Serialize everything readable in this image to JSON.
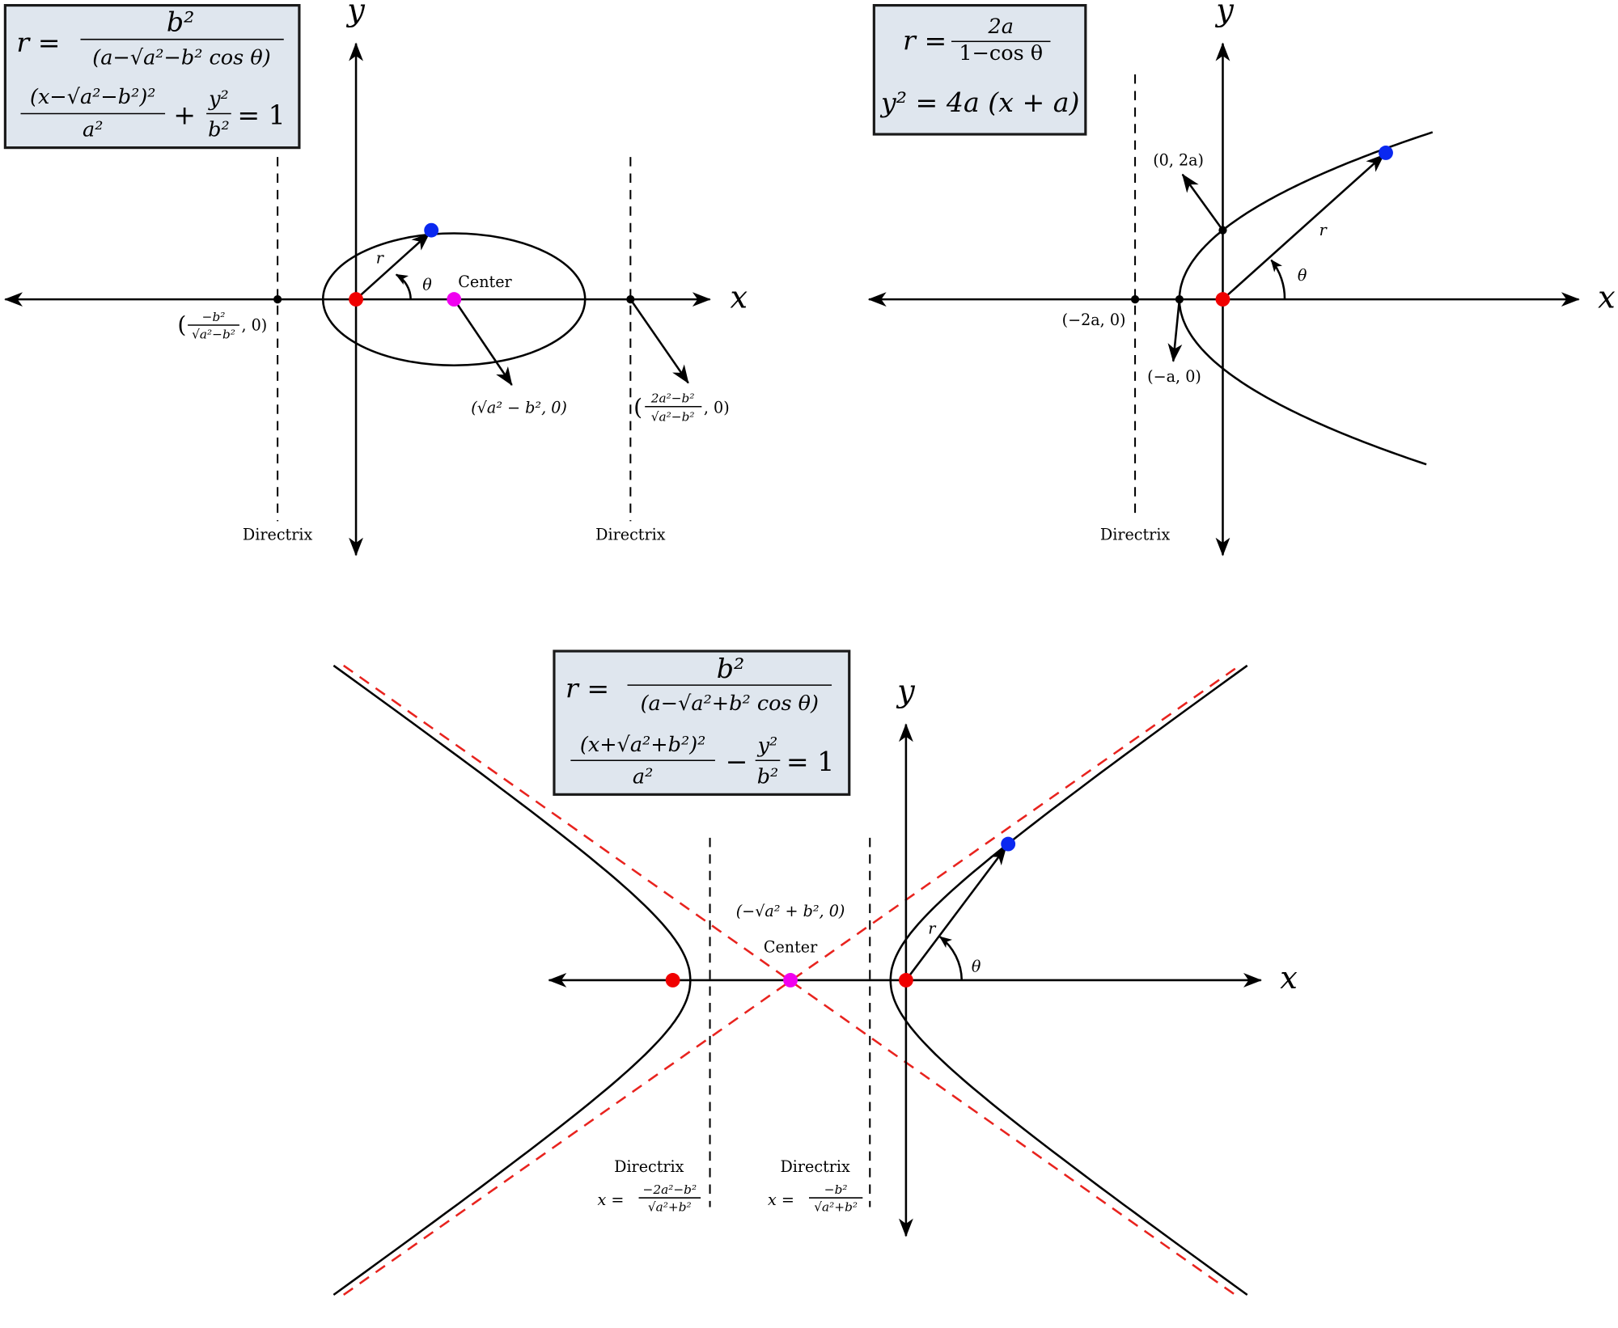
{
  "colors": {
    "focus": "#f00000",
    "point": "#0a28f0",
    "center": "#f000f0",
    "asymptote": "#e8231e",
    "box": "#dfe6ee"
  },
  "ellipse": {
    "eq1": {
      "lhs": "r =",
      "num": "b²",
      "den": "(a−√a²−b² cos θ)"
    },
    "eq2": {
      "num": "(x−√a²−b²)²",
      "den": "a²",
      "op": "+",
      "num2": "y²",
      "den2": "b²",
      "rhs": "= 1"
    },
    "axis_x": "x",
    "axis_y": "y",
    "r": "r",
    "theta": "θ",
    "center": "Center",
    "left_point": {
      "num": "−b²",
      "den": "√a²−b²",
      "tail": ", 0)",
      "head": "("
    },
    "center_point": "(√a² − b², 0)",
    "right_point": {
      "num": "2a²−b²",
      "den": "√a²−b²",
      "tail": ", 0)",
      "head": "("
    },
    "directrix_left": "Directrix",
    "directrix_right": "Directrix"
  },
  "parabola": {
    "eq1": {
      "lhs": "r =",
      "num": "2a",
      "den": "1−cos θ"
    },
    "eq2": "y² = 4a (x + a)",
    "axis_x": "x",
    "axis_y": "y",
    "r": "r",
    "theta": "θ",
    "point_y": "(0, 2a)",
    "point_dir": "(−2a, 0)",
    "point_vertex": "(−a, 0)",
    "directrix": "Directrix"
  },
  "hyperbola": {
    "eq1": {
      "lhs": "r =",
      "num": "b²",
      "den": "(a−√a²+b² cos θ)"
    },
    "eq2": {
      "num": "(x+√a²+b²)²",
      "den": "a²",
      "op": "−",
      "num2": "y²",
      "den2": "b²",
      "rhs": "= 1"
    },
    "axis_x": "x",
    "axis_y": "y",
    "r": "r",
    "theta": "θ",
    "center": "Center",
    "center_point": "(−√a² + b², 0)",
    "directrix_left": {
      "label": "Directrix",
      "lhs": "x =",
      "num": "−2a²−b²",
      "den": "√a²+b²"
    },
    "directrix_right": {
      "label": "Directrix",
      "lhs": "x =",
      "num": "−b²",
      "den": "√a²+b²"
    }
  }
}
